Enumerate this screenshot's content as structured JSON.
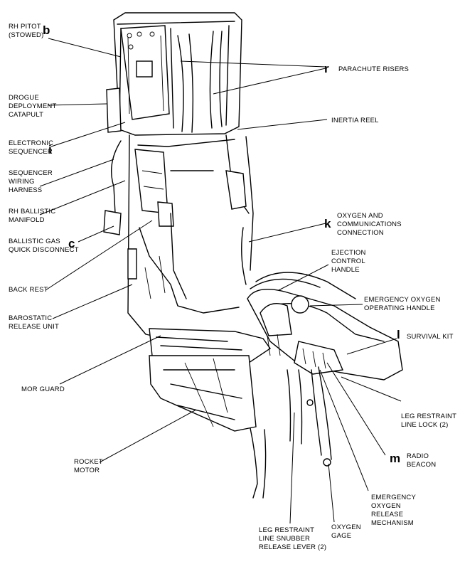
{
  "labels": {
    "rh_pitot": [
      "RH PITOT",
      "(STOWED)"
    ],
    "drogue": [
      "DROGUE",
      "DEPLOYMENT",
      "CATAPULT"
    ],
    "electronic_sequencer": [
      "ELECTRONIC",
      "SEQUENCER"
    ],
    "sequencer_harness": [
      "SEQUENCER",
      "WIRING",
      "HARNESS"
    ],
    "rh_ballistic_manifold": [
      "RH BALLISTIC",
      "MANIFOLD"
    ],
    "ballistic_gas_qd": [
      "BALLISTIC GAS",
      "QUICK DISCONNECT"
    ],
    "back_rest": [
      "BACK REST"
    ],
    "barostatic": [
      "BAROSTATIC",
      "RELEASE UNIT"
    ],
    "mor_guard": [
      "MOR GUARD"
    ],
    "rocket_motor": [
      "ROCKET",
      "MOTOR"
    ],
    "parachute_risers": [
      "PARACHUTE RISERS"
    ],
    "inertia_reel": [
      "INERTIA REEL"
    ],
    "oxygen_comm": [
      "OXYGEN AND",
      "COMMUNICATIONS",
      "CONNECTION"
    ],
    "ejection_handle": [
      "EJECTION",
      "CONTROL",
      "HANDLE"
    ],
    "emer_oxygen_handle": [
      "EMERGENCY OXYGEN",
      "OPERATING HANDLE"
    ],
    "survival_kit": [
      "SURVIVAL KIT"
    ],
    "leg_line_lock": [
      "LEG RESTRAINT",
      "LINE LOCK (2)"
    ],
    "radio_beacon": [
      "RADIO",
      "BEACON"
    ],
    "emer_oxygen_release": [
      "EMERGENCY",
      "OXYGEN",
      "RELEASE",
      "MECHANISM"
    ],
    "oxygen_gage": [
      "OXYGEN",
      "GAGE"
    ],
    "leg_snubber": [
      "LEG RESTRAINT",
      "LINE SNUBBER",
      "RELEASE LEVER (2)"
    ]
  },
  "letters": {
    "b": "b",
    "r": "r",
    "i": "i",
    "k": "k",
    "c": "c",
    "l": "l",
    "m": "m"
  }
}
